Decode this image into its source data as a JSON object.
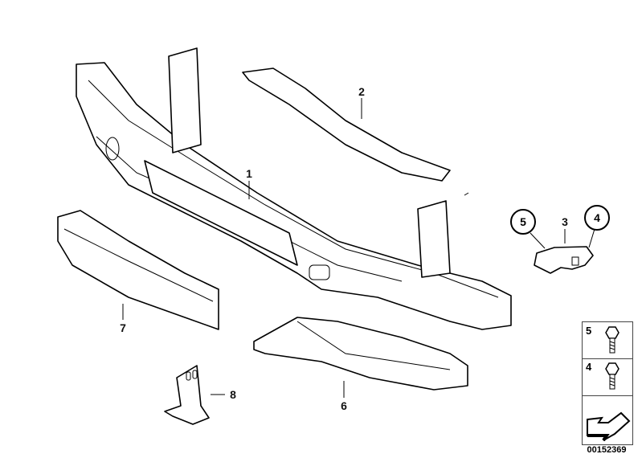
{
  "diagram": {
    "callouts": [
      {
        "id": "1",
        "label": "1"
      },
      {
        "id": "2",
        "label": "2"
      },
      {
        "id": "3",
        "label": "3"
      },
      {
        "id": "4",
        "label": "4"
      },
      {
        "id": "5",
        "label": "5"
      },
      {
        "id": "6",
        "label": "6"
      },
      {
        "id": "7",
        "label": "7"
      },
      {
        "id": "8",
        "label": "8"
      }
    ],
    "legend": [
      {
        "label": "5",
        "icon": "hex-screw-icon"
      },
      {
        "label": "4",
        "icon": "hex-screw-icon"
      },
      {
        "label": "",
        "icon": "arrow-icon"
      }
    ],
    "document_number": "00152369"
  }
}
